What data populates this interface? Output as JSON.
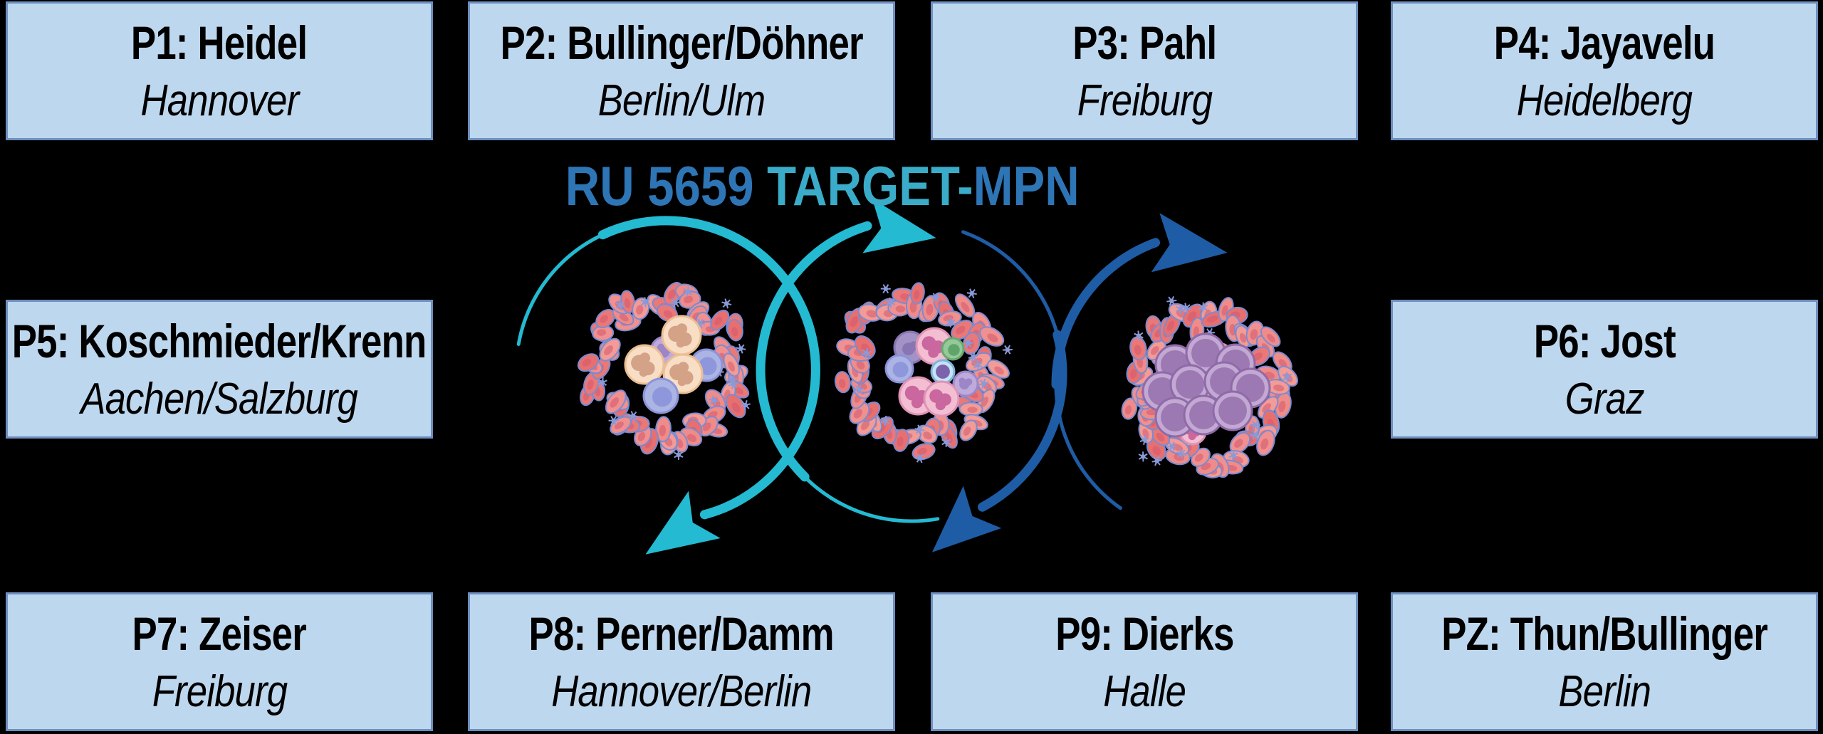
{
  "title": {
    "text": "RU 5659 TARGET-MPN",
    "part_blue_1": "RU 5659 ",
    "part_teal": "TARGET-",
    "part_blue_2": "MPN"
  },
  "projects": {
    "p1": {
      "label": "P1: Heidel",
      "location": "Hannover"
    },
    "p2": {
      "label": "P2: Bullinger/Döhner",
      "location": "Berlin/Ulm"
    },
    "p3": {
      "label": "P3: Pahl",
      "location": "Freiburg"
    },
    "p4": {
      "label": "P4: Jayavelu",
      "location": "Heidelberg"
    },
    "p5": {
      "label": "P5: Koschmieder/Krenn",
      "location": "Aachen/Salzburg"
    },
    "p6": {
      "label": "P6: Jost",
      "location": "Graz"
    },
    "p7": {
      "label": "P7: Zeiser",
      "location": "Freiburg"
    },
    "p8": {
      "label": "P8: Perner/Damm",
      "location": "Hannover/Berlin"
    },
    "p9": {
      "label": "P9: Dierks",
      "location": "Halle"
    },
    "pz": {
      "label": "PZ: Thun/Bullinger",
      "location": "Berlin"
    }
  },
  "colors": {
    "background": "#000000",
    "box_fill": "#BDD7EE",
    "box_border": "#6E8FBF",
    "box_text": "#000000",
    "title_blue": "#2E75B6",
    "title_teal": "#3AACC9",
    "arrow_teal": "#24BAD2",
    "arrow_blue": "#1F5CA6",
    "rbc_fill": "#EE8383",
    "rbc_outline": "#7B8BD0",
    "platelet": "#8A9AD8",
    "peach_cell": "#F8DEC5",
    "peach_nucleus": "#D3A287",
    "periwinkle_cell": "#ACB4E4",
    "periwinkle_nucleus": "#8E97DB",
    "lavender_cell": "#BEABDC",
    "lavender_nucleus": "#9C86C8",
    "pink_cell": "#F3BED2",
    "pink_nucleus": "#C9679E",
    "green_cell": "#94C998",
    "green_nucleus": "#60A46C",
    "halo_cell": "#C6E3F5",
    "halo_nucleus": "#7C64AD",
    "blast_cell": "#C3A8D4",
    "blast_nucleus": "#9C79B2"
  },
  "illustration": {
    "scene_name": "mpn-disease-progression-cycle",
    "clusters": [
      {
        "name": "healthy-bone-marrow-cells-icon"
      },
      {
        "name": "mpn-bone-marrow-cells-icon"
      },
      {
        "name": "leukemic-blast-cells-icon"
      }
    ],
    "arrows": [
      {
        "name": "teal-cycle-arrow"
      },
      {
        "name": "blue-cycle-arrow"
      }
    ]
  }
}
